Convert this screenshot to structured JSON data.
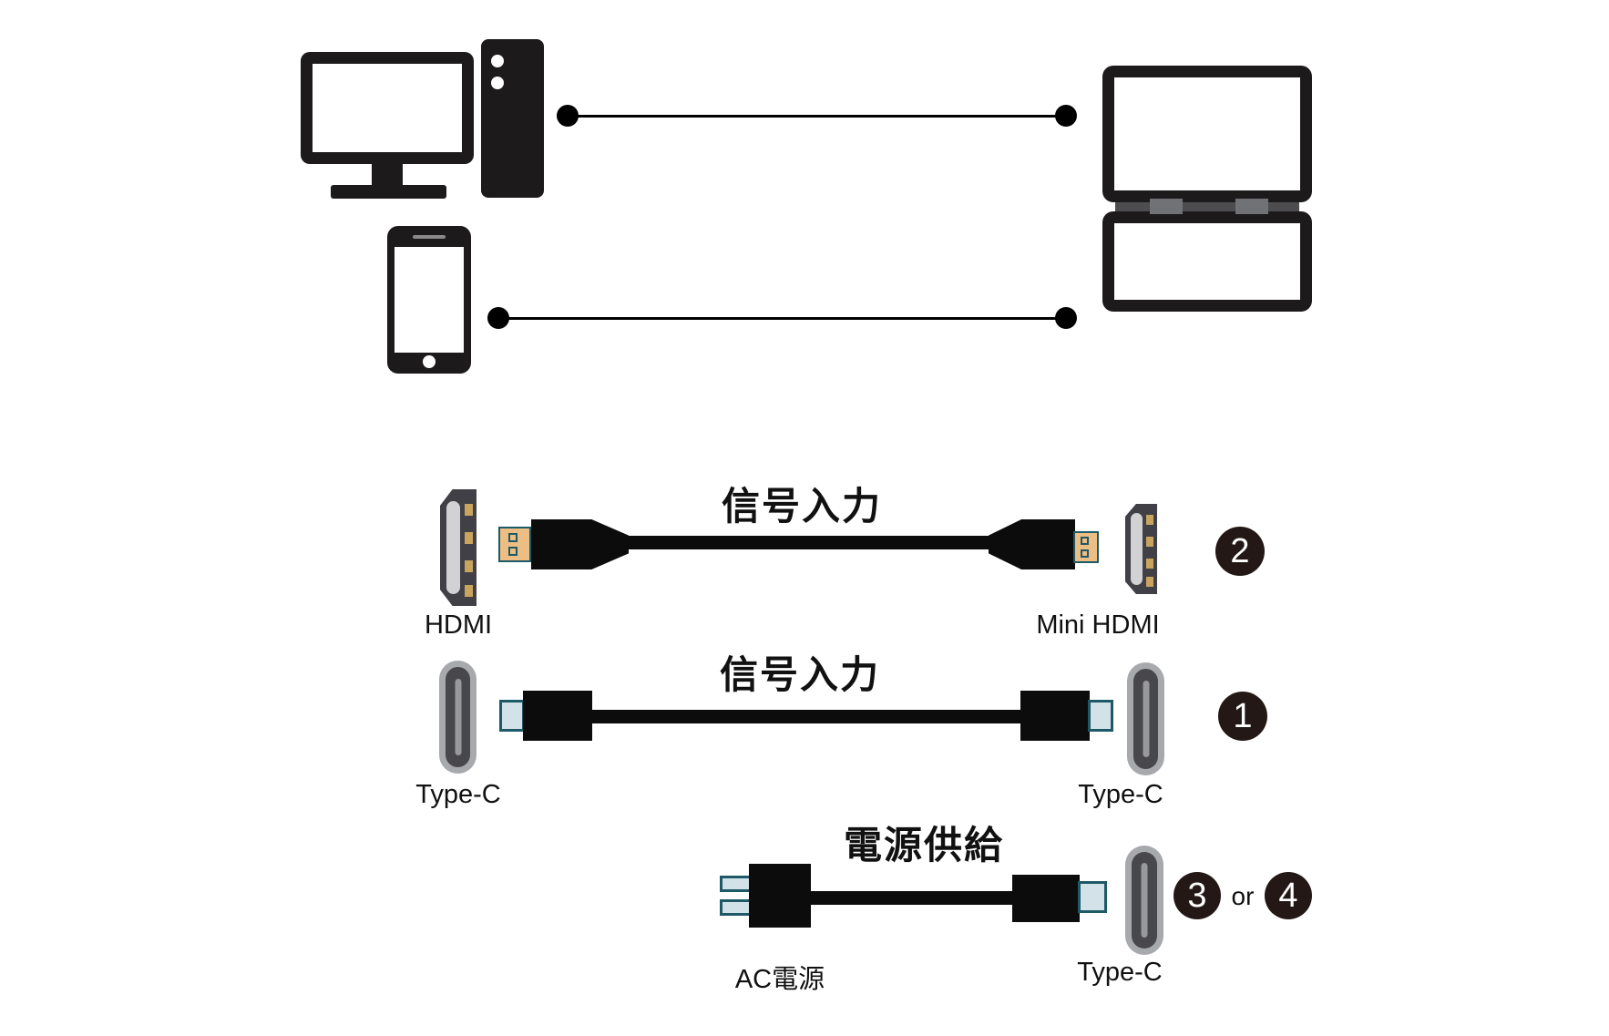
{
  "colors": {
    "icon_black": "#1d1a1b",
    "cable_black": "#0c0c0c",
    "port_gray": "#404046",
    "port_slot_gray": "#d2d2d4",
    "pin_gold": "#c8a45f",
    "hdmi_gold": "#ecbe83",
    "hdmi_trim_teal": "#1e5967",
    "usb_c_ring_gray": "#a7a9ac",
    "usb_c_body_gray": "#48484c",
    "usb_c_slot_gray": "#97999c",
    "plug_tip_blue": "#d3e2e8",
    "hinge_gray": "#4d4d4f",
    "hinge_tab_gray": "#717275",
    "badge_dark": "#231815",
    "text_black": "#111111"
  },
  "icons": {
    "desktop_pc": "desktop-pc-icon",
    "smartphone": "smartphone-icon",
    "dual_monitor": "dual-screen-monitor-icon",
    "hdmi_port": "hdmi-port-icon",
    "mini_hdmi_port": "mini-hdmi-port-icon",
    "usb_c_port": "usb-c-port-icon",
    "hdmi_cable": "hdmi-cable-icon",
    "usb_c_cable": "usb-c-cable-icon",
    "ac_power_cable": "ac-power-cable-icon"
  },
  "rows": [
    {
      "signal_label": "信号入力",
      "left_label": "HDMI",
      "right_label": "Mini HDMI",
      "badge": "2"
    },
    {
      "signal_label": "信号入力",
      "left_label": "Type-C",
      "right_label": "Type-C",
      "badge": "1"
    },
    {
      "signal_label": "電源供給",
      "left_label": "AC電源",
      "right_label": "Type-C",
      "badge_a": "3",
      "badge_or": "or",
      "badge_b": "4"
    }
  ]
}
